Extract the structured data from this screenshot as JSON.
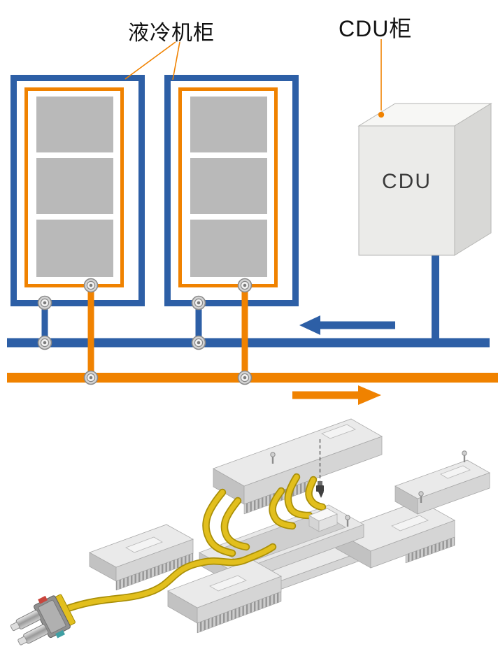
{
  "labels": {
    "liquid_cooling_cabinet": "液冷机柜",
    "cdu_cabinet": "CDU柜",
    "cdu_box": "CDU"
  },
  "flow_arrows": {
    "blue_direction": "left",
    "orange_direction": "right"
  },
  "colors": {
    "blue": "#2d5fa6",
    "orange": "#f08200",
    "cabinet_gray": "#b9b9b9",
    "box_front": "#ebebe9",
    "box_top": "#f7f7f5",
    "box_side": "#d8d8d6",
    "tube_yellow": "#e2bf1d",
    "tube_yellow_dark": "#a98f08",
    "plate_light": "#eaeaea",
    "plate_mid": "#d5d5d5",
    "plate_dark": "#c2c2c2"
  }
}
